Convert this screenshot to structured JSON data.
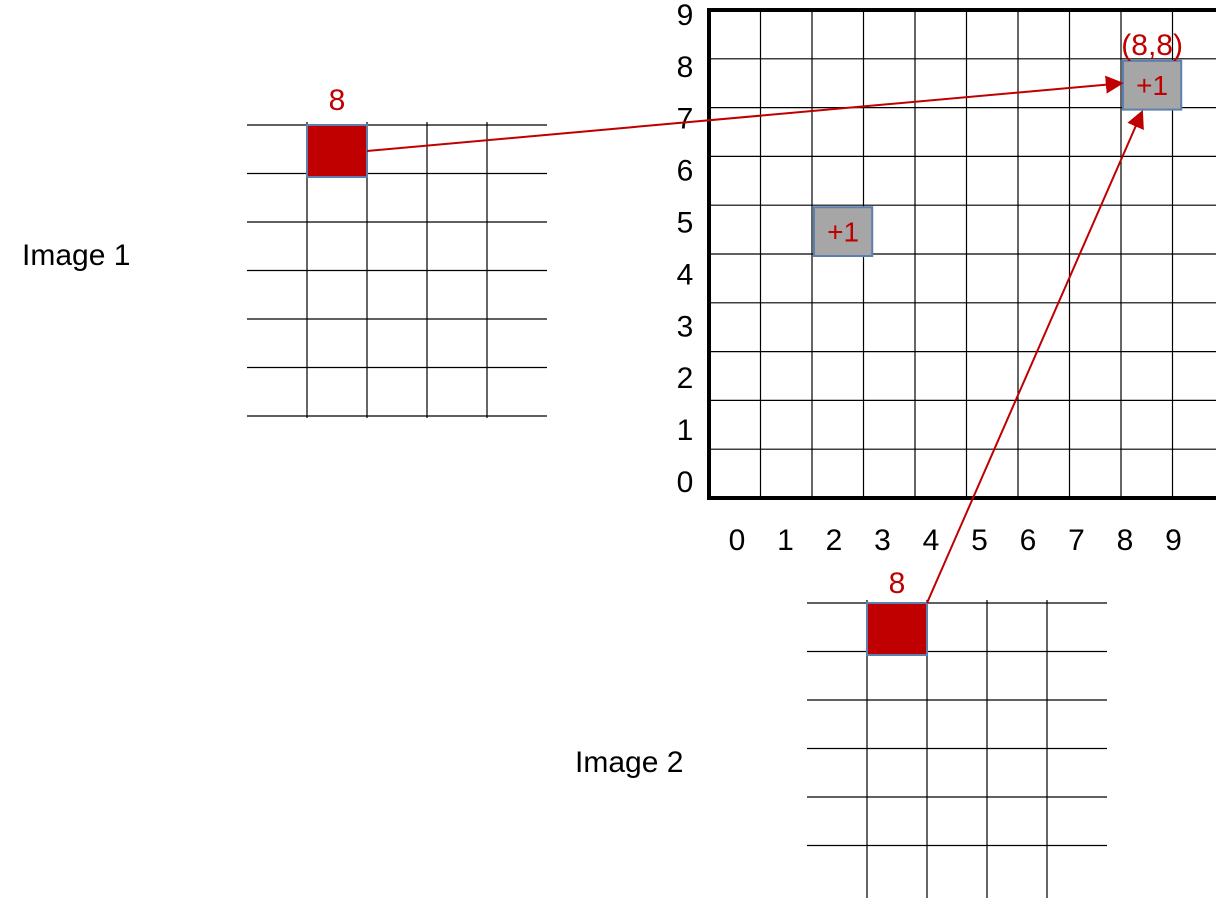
{
  "colors": {
    "grid_line": "#000000",
    "highlight_fill": "#c00000",
    "highlight_border": "#5b7fae",
    "vote_fill": "#a6a6a6",
    "annotation": "#c00000",
    "arrow": "#c00000"
  },
  "image1": {
    "label": "Image 1",
    "columns": 5,
    "rows": 6,
    "highlight": {
      "row": 0,
      "col": 1,
      "value_label": "8"
    }
  },
  "image2": {
    "label": "Image 2",
    "columns": 5,
    "rows": 5,
    "highlight": {
      "row": 0,
      "col": 1,
      "value_label": "8"
    }
  },
  "accumulator": {
    "size": 10,
    "x_ticks": [
      "0",
      "1",
      "2",
      "3",
      "4",
      "5",
      "6",
      "7",
      "8",
      "9"
    ],
    "y_ticks": [
      "0",
      "1",
      "2",
      "3",
      "4",
      "5",
      "6",
      "7",
      "8",
      "9"
    ],
    "votes": [
      {
        "x": 2,
        "y": 5,
        "label": "+1"
      },
      {
        "x": 8,
        "y": 8,
        "label": "+1",
        "annotation": "(8,8)"
      }
    ]
  },
  "arrows": [
    {
      "from": "image1",
      "to_vote": 1
    },
    {
      "from": "image2",
      "to_vote": 1
    }
  ]
}
